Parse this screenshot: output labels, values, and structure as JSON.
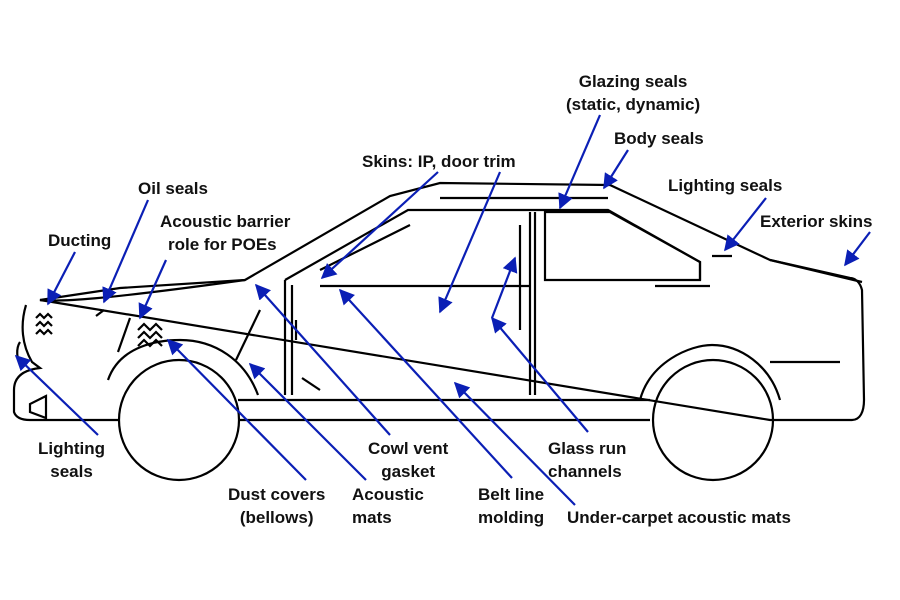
{
  "colors": {
    "arrow": "#0b1fb5",
    "outline": "#000000",
    "text": "#111111"
  },
  "labels": {
    "glazing_line1": "Glazing seals",
    "glazing_line2": "(static, dynamic)",
    "body_seals": "Body seals",
    "skins_ip": "Skins:  IP, door trim",
    "oil_seals": "Oil seals",
    "lighting_seals_rear": "Lighting seals",
    "exterior_skins": "Exterior skins",
    "acoustic_barrier_line1": "Acoustic barrier",
    "acoustic_barrier_line2": "role for POEs",
    "ducting": "Ducting",
    "lighting_front_line1": "Lighting",
    "lighting_front_line2": "seals",
    "cowl_line1": "Cowl vent",
    "cowl_line2": "gasket",
    "glass_run_line1": "Glass run",
    "glass_run_line2": "channels",
    "dust_line1": "Dust covers",
    "dust_line2": "(bellows)",
    "acoustic_mats_line1": "Acoustic",
    "acoustic_mats_line2": "mats",
    "belt_line1": "Belt line",
    "belt_line2": "molding",
    "under_carpet": "Under-carpet acoustic mats"
  }
}
